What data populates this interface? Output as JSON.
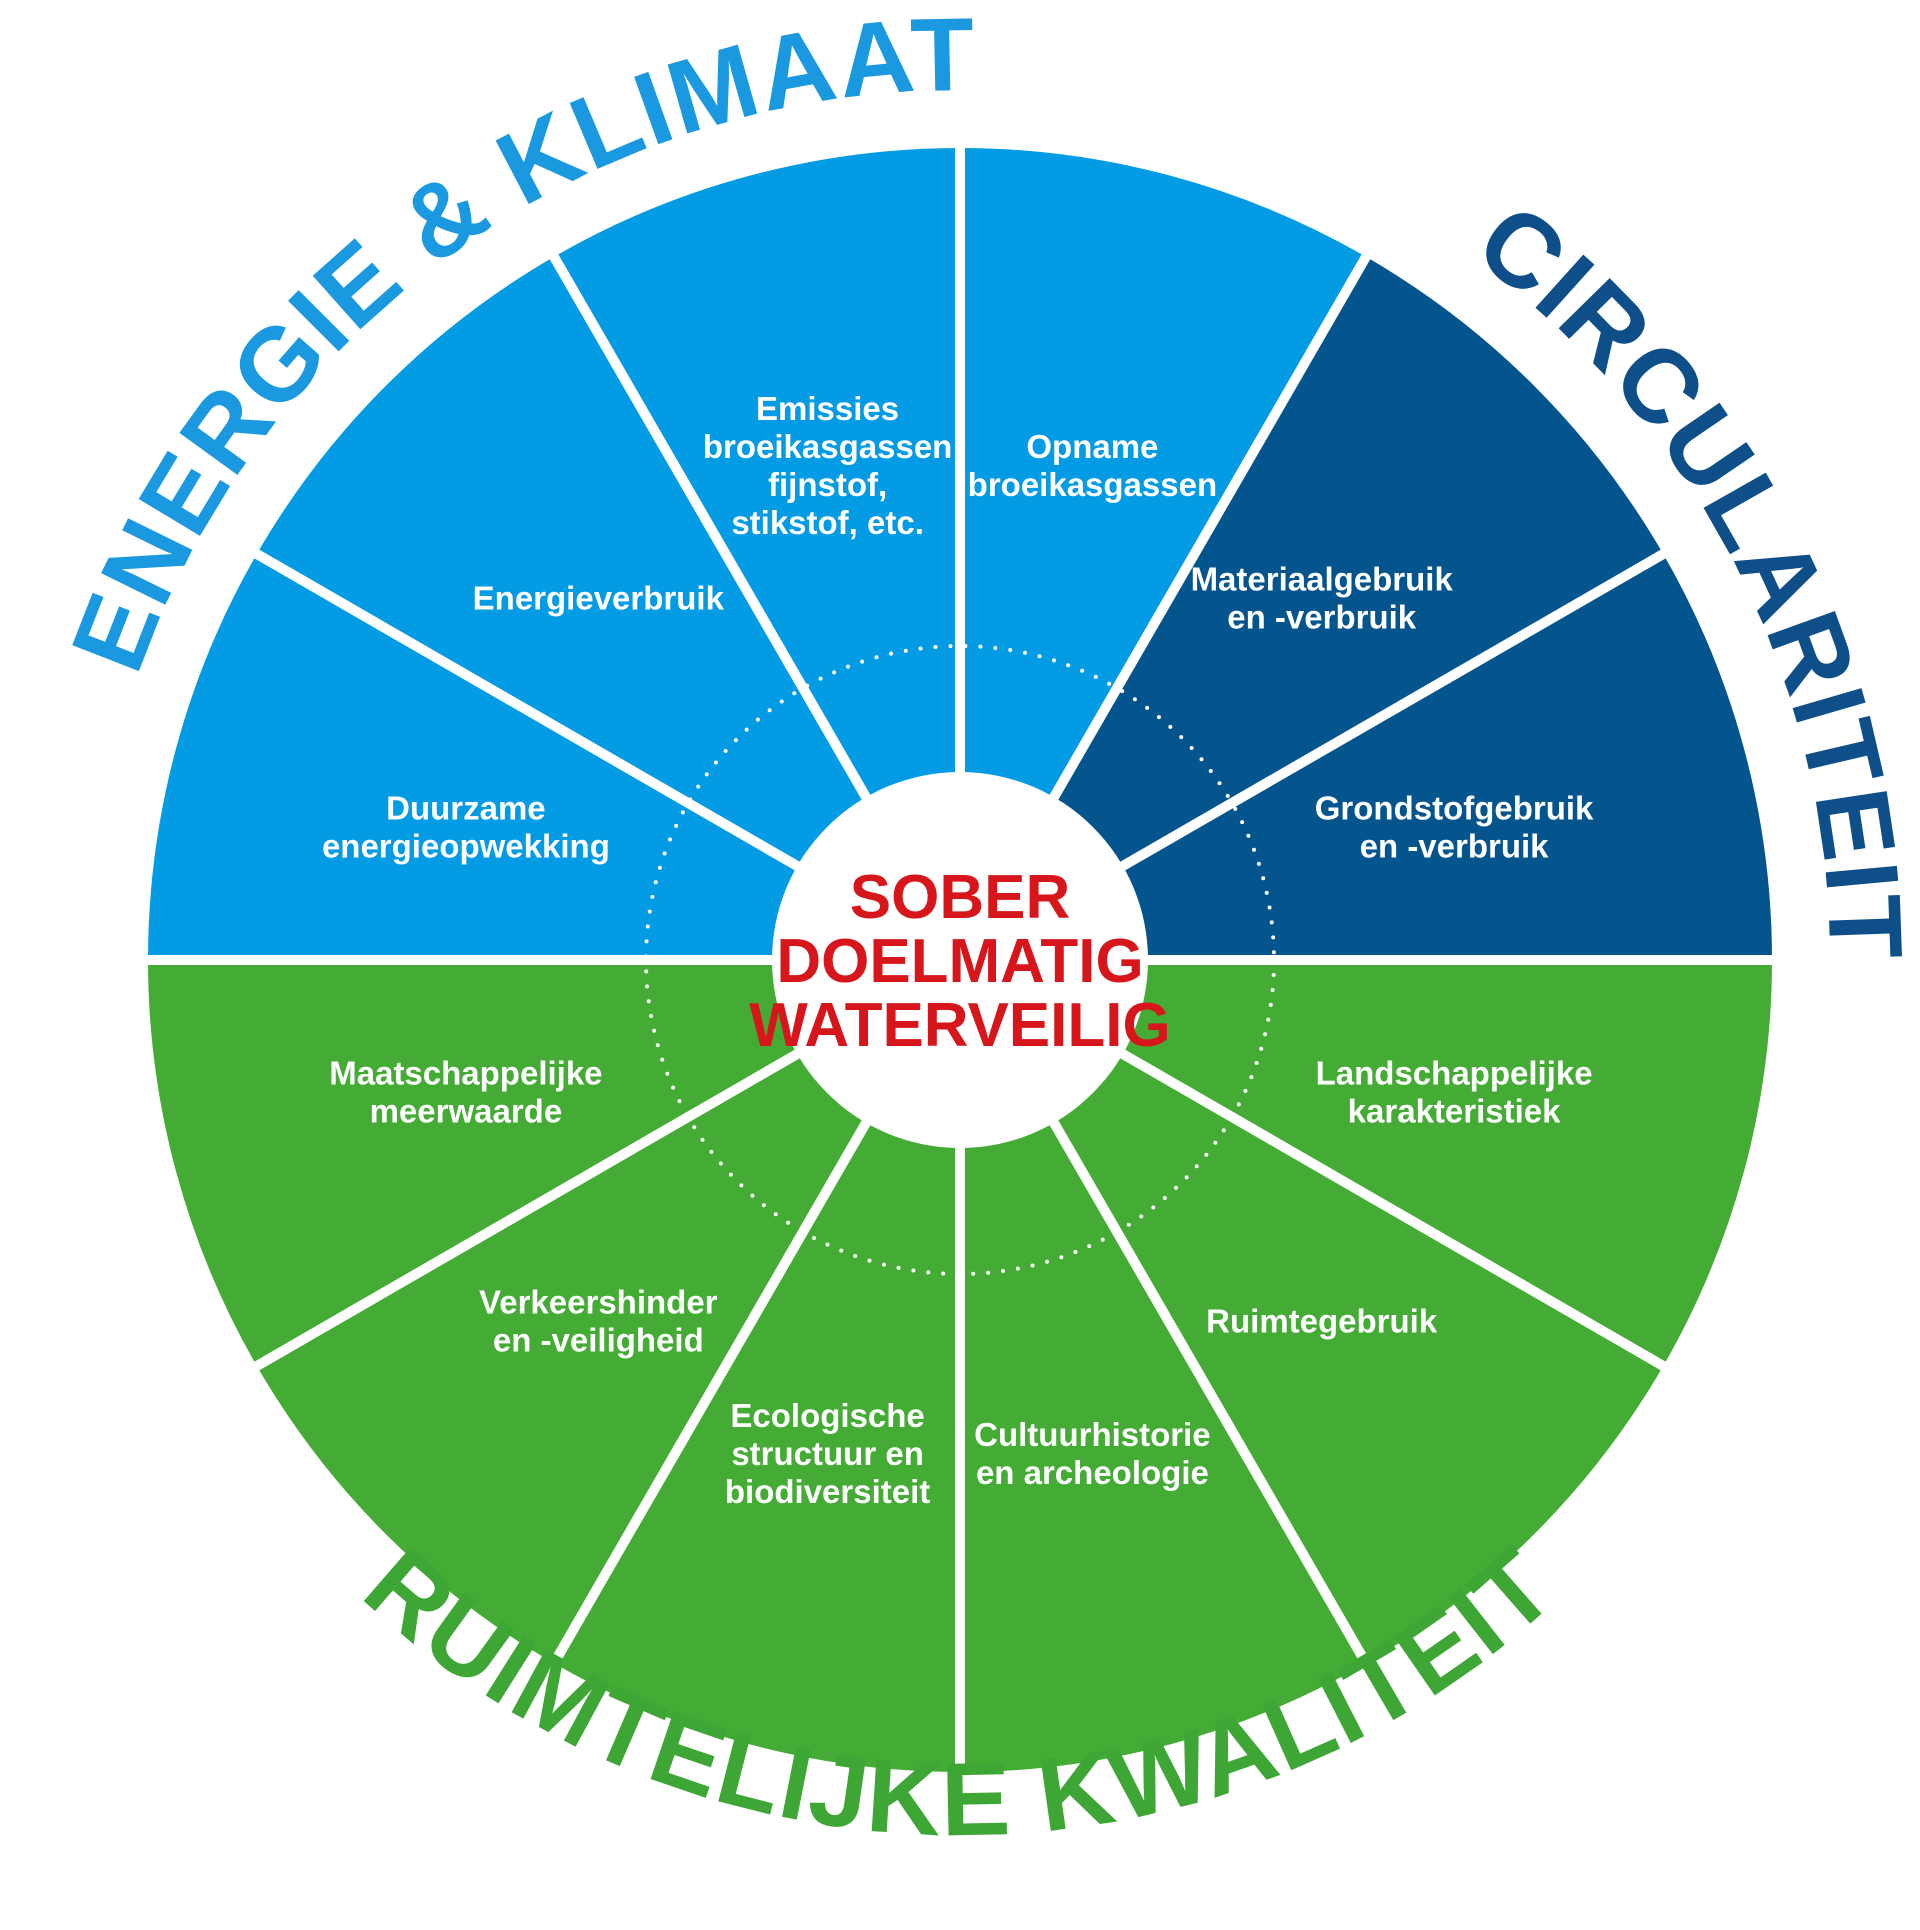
{
  "colors": {
    "energie": "#039be3",
    "circulariteit": "#04558e",
    "ruimtelijk": "#44ac35",
    "center_text": "#d7161c",
    "divider": "#ffffff",
    "title_energie": "#1b99e0",
    "title_circulariteit": "#0e4f8a",
    "title_ruimtelijk": "#3ea635"
  },
  "center": {
    "lines": [
      "SOBER",
      "DOELMATIG",
      "WATERVEILIG"
    ]
  },
  "group_titles": {
    "energie": "ENERGIE & KLIMAAT",
    "circulariteit": "CIRCULARITEIT",
    "ruimtelijk": "RUIMTELIJKE KWALITEIT"
  },
  "segments": [
    {
      "group": "energie",
      "lines": [
        "Duurzame",
        "energieopwekking"
      ]
    },
    {
      "group": "energie",
      "lines": [
        "Energieverbruik"
      ]
    },
    {
      "group": "energie",
      "lines": [
        "Emissies",
        "broeikasgassen",
        "fijnstof,",
        "stikstof, etc."
      ]
    },
    {
      "group": "energie",
      "lines": [
        "Opname",
        "broeikasgassen"
      ]
    },
    {
      "group": "circulariteit",
      "lines": [
        "Materiaalgebruik",
        "en -verbruik"
      ]
    },
    {
      "group": "circulariteit",
      "lines": [
        "Grondstofgebruik",
        "en -verbruik"
      ]
    },
    {
      "group": "ruimtelijk",
      "lines": [
        "Landschappelijke",
        "karakteristiek"
      ]
    },
    {
      "group": "ruimtelijk",
      "lines": [
        "Ruimtegebruik"
      ]
    },
    {
      "group": "ruimtelijk",
      "lines": [
        "Cultuurhistorie",
        "en archeologie"
      ]
    },
    {
      "group": "ruimtelijk",
      "lines": [
        "Ecologische",
        "structuur en",
        "biodiversiteit"
      ]
    },
    {
      "group": "ruimtelijk",
      "lines": [
        "Verkeershinder",
        "en -veiligheid"
      ]
    },
    {
      "group": "ruimtelijk",
      "lines": [
        "Maatschappelijke",
        "meerwaarde"
      ]
    }
  ]
}
